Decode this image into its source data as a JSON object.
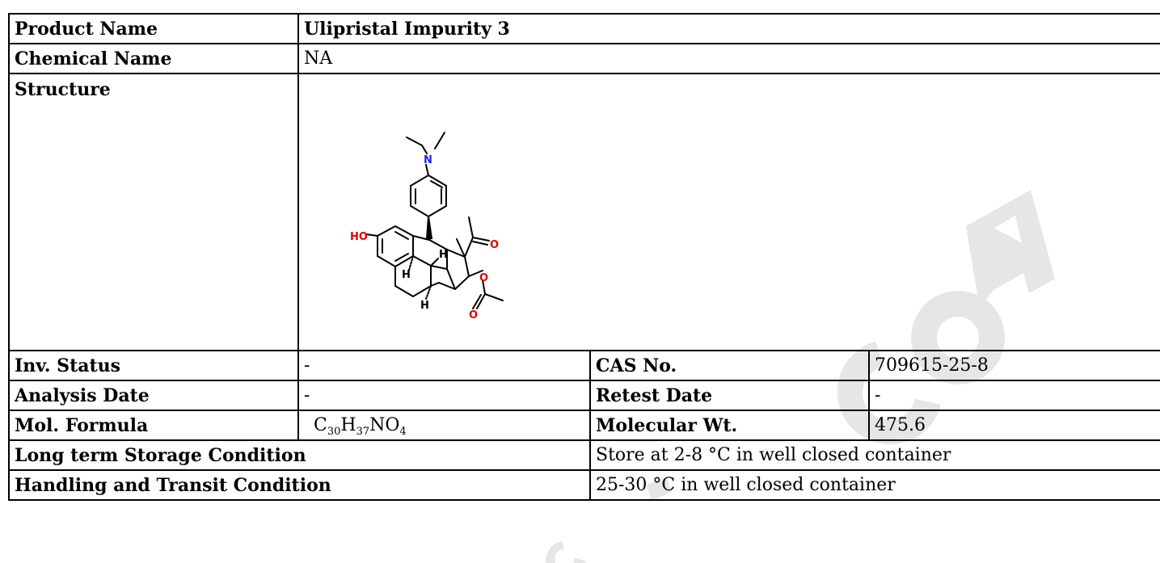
{
  "product": {
    "name_label": "Product Name",
    "name_value": "Ulipristal Impurity 3",
    "chem_label": "Chemical Name",
    "chem_value": "NA",
    "structure_label": "Structure"
  },
  "structure_atoms": {
    "n": "N",
    "ho": "HO",
    "o_ketone": "O",
    "o_ester": "O",
    "o_carbonyl": "O",
    "h1": "H",
    "h2": "H",
    "h3": "H"
  },
  "details": {
    "inv_label": "Inv. Status",
    "inv_value": "-",
    "cas_label": "CAS No.",
    "cas_value": "709615-25-8",
    "analysis_label": "Analysis Date",
    "analysis_value": "-",
    "retest_label": "Retest Date",
    "retest_value": "-",
    "formula_label": "Mol. Formula",
    "formula": {
      "c": "C",
      "c_n": "30",
      "h": "H",
      "h_n": "37",
      "no": "NO",
      "o_n": "4"
    },
    "mw_label": "Molecular Wt.",
    "mw_value": "475.6"
  },
  "storage": {
    "long_label": "Long term Storage Condition",
    "long_value": "Store at 2-8 °C in well closed container",
    "handling_label": "Handling and Transit Condition",
    "handling_value": "25-30 °C in well closed container"
  },
  "watermark": "COA",
  "colors": {
    "nitrogen": "#1f1fff",
    "oxygen": "#e00000",
    "watermark": "#e8e8e8"
  }
}
